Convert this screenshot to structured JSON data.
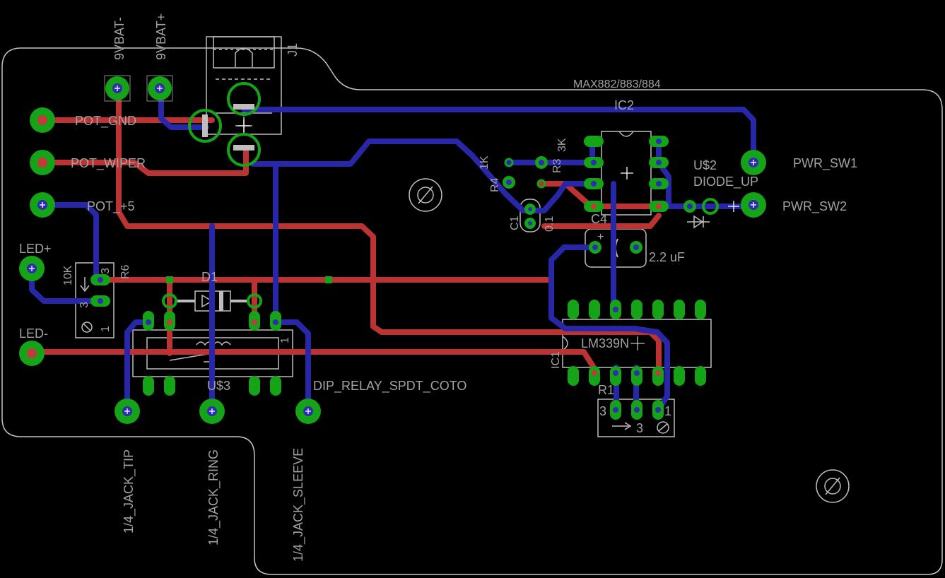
{
  "labels": {
    "vbat_neg": "9VBAT-",
    "vbat_pos": "9VBAT+",
    "j1": "J1",
    "pot_gnd": "POT_GND",
    "pot_wiper": "POT_WIPER",
    "pot_5v": "POT_+5",
    "led_pos": "LED+",
    "led_neg": "LED-",
    "r6_val": "10K",
    "r6_name": "R6",
    "d1": "D1",
    "u3": "U$3",
    "relay": "DIP_RELAY_SPDT_COTO",
    "jack_tip": "1/4_JACK_TIP",
    "jack_ring": "1/4_JACK_RING",
    "jack_sleeve": "1/4_JACK_SLEEVE",
    "max_part": "MAX882/883/884",
    "ic2": "IC2",
    "r4_val": "1K",
    "r4_name": "R4",
    "r3_name": "R3",
    "r3_val": "3K",
    "c1_name": "C1",
    "c1_val": "0.1",
    "c4_name": "C4",
    "c4_val": "2.2 uF",
    "u2": "U$2",
    "diode_up": "DIODE_UP",
    "pwr_sw1": "PWR_SW1",
    "pwr_sw2": "PWR_SW2",
    "lm339": "LM339N",
    "ic1": "IC1",
    "r1": "R1",
    "r6_pin3": "3",
    "r6_pin3b": "3",
    "r6_pin1": "1",
    "relay_pin1": "1",
    "r1_pin3": "3",
    "r1_pin1": "1",
    "r1_pin3b": "3",
    "c4_plus": "+"
  },
  "colors": {
    "top_copper": "#bb3333",
    "bottom_copper": "#2727a8",
    "pad": "#15a318",
    "silkscreen": "#bdbdbd",
    "background": "#000000"
  }
}
